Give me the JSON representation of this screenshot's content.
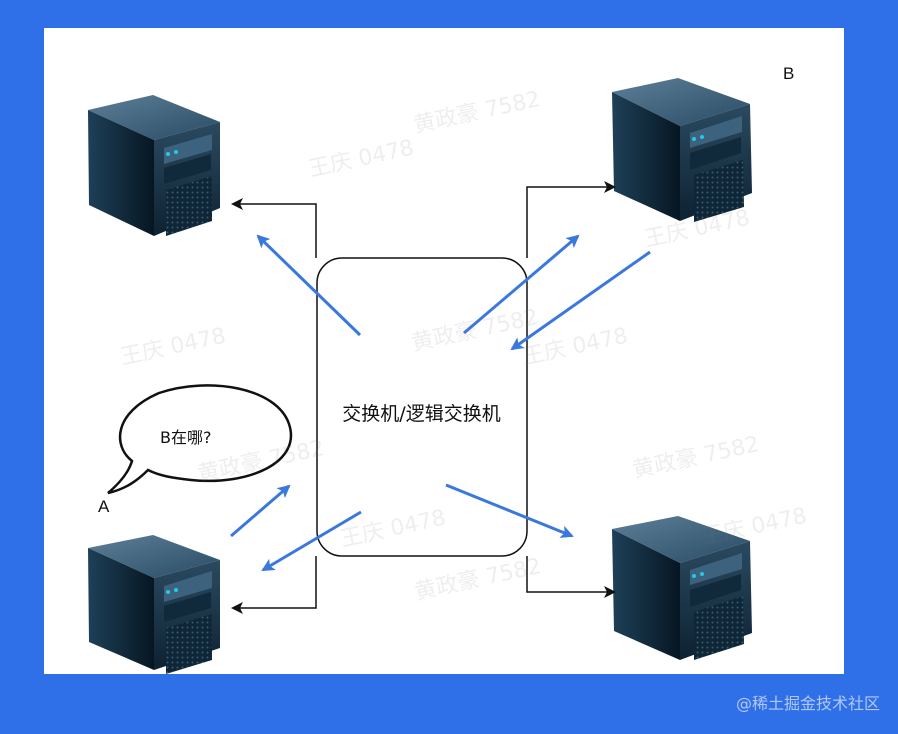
{
  "diagram": {
    "switch_label": "交换机/逻辑交换机",
    "bubble_text": "B在哪?",
    "host_a_label": "A",
    "host_b_label": "B",
    "watermarks": [
      "王庆 0478",
      "黄政豪 7582",
      "王庆 0478",
      "黄政豪 7582",
      "王庆 0478",
      "黄政豪 7582",
      "王庆 0478",
      "黄政豪 7582",
      "王庆 0478",
      "黄政豪 7582",
      "王庆 0478"
    ],
    "brand": "@稀土掘金技术社区"
  },
  "colors": {
    "page_background": "#2f6fe8",
    "canvas_background": "#ffffff",
    "blue_arrow": "#3a78dd",
    "black_arrow": "#111111"
  }
}
